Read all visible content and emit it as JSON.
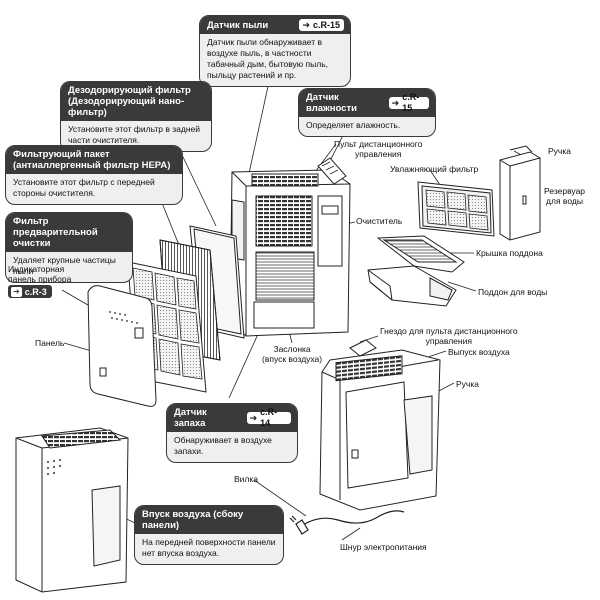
{
  "callouts": {
    "dust_sensor": {
      "title": "Датчик пыли",
      "ref": "с.R-15",
      "text": "Датчик пыли обнаруживает в воздухе пыль, в частности табачный дым, бытовую пыль, пыльцу растений и пр."
    },
    "deodor_filter": {
      "title_line1": "Дезодорирующий фильтр",
      "title_line2": "(Дезодорирующий нано-фильтр)",
      "text": "Установите этот фильтр в задней части очистителя."
    },
    "humidity_sensor": {
      "title": "Датчик влажности",
      "ref": "с.R-15",
      "text": "Определяет влажность."
    },
    "hepa_filter": {
      "title_line1": "Фильтрующий пакет",
      "title_line2": "(антиаллергенный фильтр HEPA)",
      "text": "Установите этот фильтр с передней стороны очистителя."
    },
    "prefilter": {
      "title_line1": "Фильтр предварительной",
      "title_line2": "очистки",
      "text": "Удаляет крупные частицы пыли"
    },
    "odor_sensor": {
      "title": "Датчик запаха",
      "ref": "с.R-14",
      "text": "Обнаруживает в воздухе запахи."
    },
    "air_inlet_side": {
      "title": "Впуск воздуха (сбоку панели)",
      "text": "На передней поверхности панели нет впуска воздуха."
    }
  },
  "labels": {
    "indicator_panel_line1": "Индикаторная",
    "indicator_panel_line2": "панель прибора",
    "indicator_ref": "с.R-3",
    "panel": "Панель",
    "remote_line1": "Пульт дистанционного",
    "remote_line2": "управления",
    "humid_filter": "Увлажняющий фильтр",
    "handle_top": "Ручка",
    "reservoir_line1": "Резервуар",
    "reservoir_line2": "для воды",
    "purifier": "Очиститель",
    "tray_cover": "Крышка поддона",
    "water_tray": "Поддон для воды",
    "damper_line1": "Заслонка",
    "damper_line2": "(впуск воздуха)",
    "remote_holder_line1": "Гнездо для пульта дистанционного",
    "remote_holder_line2": "управления",
    "air_outlet": "Выпуск воздуха",
    "handle_mid": "Ручка",
    "plug": "Вилка",
    "power_cord": "Шнур электропитания"
  }
}
